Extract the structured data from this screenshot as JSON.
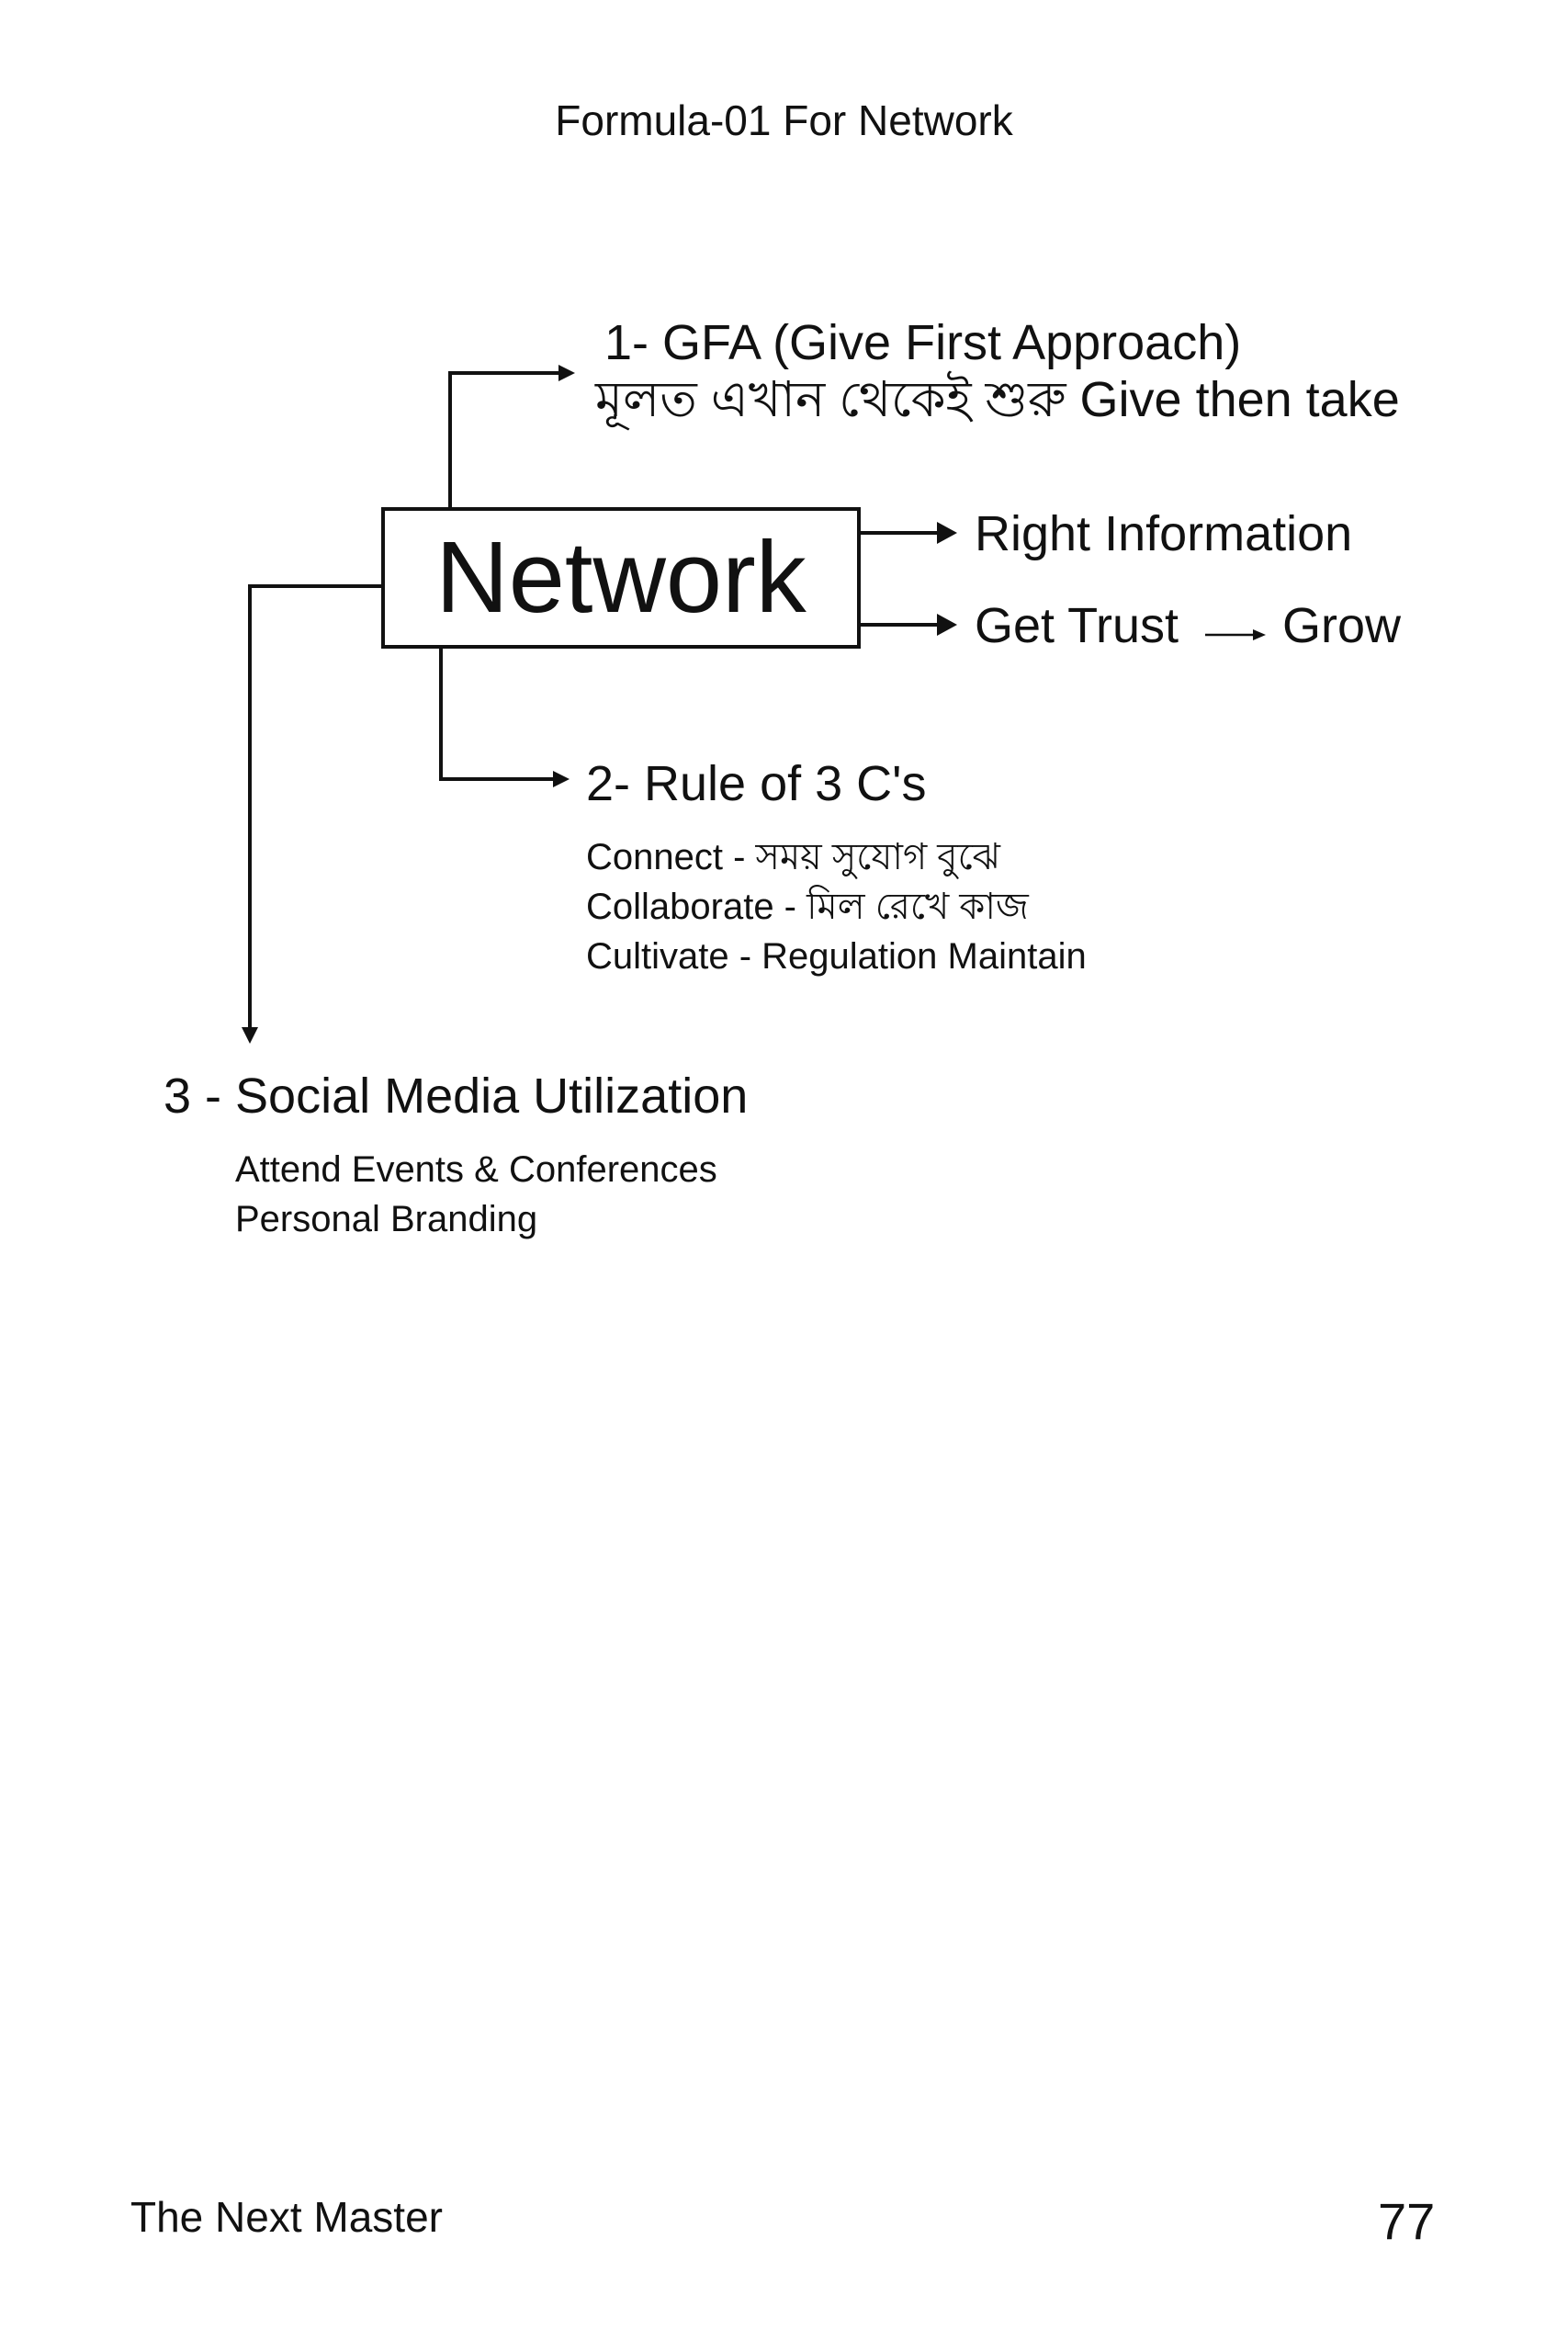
{
  "header": {
    "title": "Formula-01 For Network"
  },
  "diagram": {
    "center_label": "Network",
    "gfa": {
      "title": "1- GFA (Give First Approach)",
      "subtitle": "মূলত এখান থেকেই শুরু Give then take"
    },
    "right_branches": {
      "info": "Right Information",
      "trust": "Get Trust",
      "grow": "Grow"
    },
    "rule": {
      "title": "2- Rule of 3 C's",
      "items": [
        "Connect - সময় সুযোগ বুঝে",
        "Collaborate - মিল রেখে কাজ",
        "Cultivate - Regulation Maintain"
      ]
    },
    "social": {
      "title": "3 - Social Media Utilization",
      "items": [
        "Attend Events & Conferences",
        "Personal Branding"
      ]
    }
  },
  "footer": {
    "book_title": "The Next Master",
    "page_number": "77"
  }
}
